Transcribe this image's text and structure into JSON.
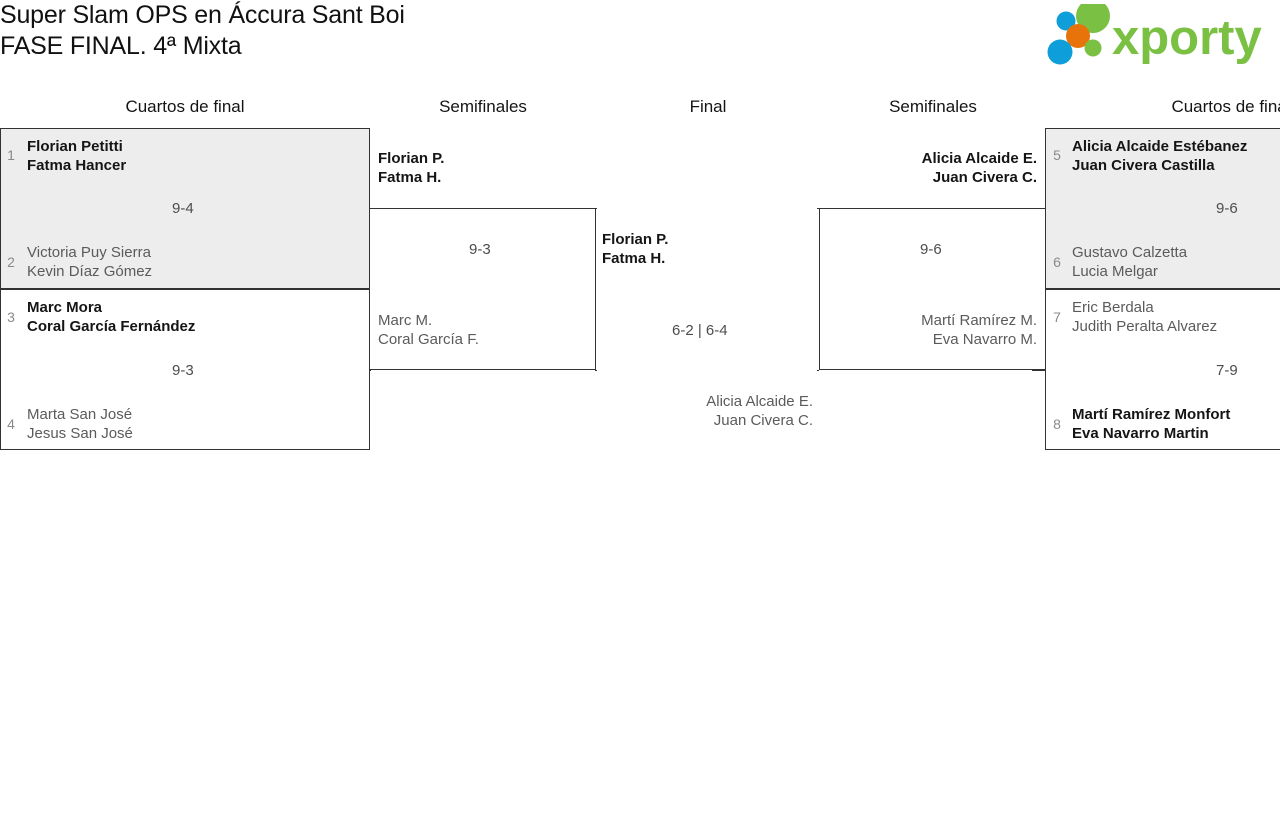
{
  "header": {
    "title_line1": "Super Slam OPS en Áccura Sant Boi",
    "title_line2": "FASE FINAL. 4ª Mixta",
    "logo_text": "xporty",
    "logo_colors": {
      "green": "#7ac143",
      "blue": "#0e9fdb",
      "orange": "#e8730a"
    }
  },
  "colors": {
    "winner_text": "#151515",
    "loser_text": "#5b5b5b",
    "seed_text": "#8a8a8a",
    "score_text": "#4d4d4d",
    "box_border": "#333333",
    "box_shaded_bg": "#ededed",
    "page_bg": "#ffffff"
  },
  "round_headers": [
    {
      "label": "Cuartos de final",
      "side": "left"
    },
    {
      "label": "Semifinales",
      "side": "left"
    },
    {
      "label": "Final",
      "side": "center"
    },
    {
      "label": "Semifinales",
      "side": "right"
    },
    {
      "label": "Cuartos de final",
      "side": "right"
    }
  ],
  "bracket": {
    "left": {
      "quarterfinals": [
        {
          "score": "9-4",
          "top": {
            "seed": "1",
            "player1": "Florian Petitti",
            "player2": "Fatma Hancer",
            "winner": true
          },
          "bottom": {
            "seed": "2",
            "player1": "Victoria Puy Sierra",
            "player2": "Kevin Díaz Gómez",
            "winner": false
          }
        },
        {
          "score": "9-3",
          "top": {
            "seed": "3",
            "player1": "Marc Mora",
            "player2": "Coral García Fernández",
            "winner": true
          },
          "bottom": {
            "seed": "4",
            "player1": "Marta San José",
            "player2": "Jesus San José",
            "winner": false
          }
        }
      ],
      "semifinal": {
        "score": "9-3",
        "top": {
          "player1": "Florian P.",
          "player2": "Fatma H.",
          "winner": true
        },
        "bottom": {
          "player1": "Marc M.",
          "player2": "Coral García F.",
          "winner": false
        }
      }
    },
    "final": {
      "score": "6-2 | 6-4",
      "top": {
        "player1": "Florian P.",
        "player2": "Fatma H.",
        "winner": true
      },
      "bottom": {
        "player1": "Alicia Alcaide E.",
        "player2": "Juan Civera C.",
        "winner": false
      }
    },
    "right": {
      "semifinal": {
        "score": "9-6",
        "top": {
          "player1": "Alicia Alcaide E.",
          "player2": "Juan Civera C.",
          "winner": true
        },
        "bottom": {
          "player1": "Martí Ramírez M.",
          "player2": "Eva Navarro M.",
          "winner": false
        }
      },
      "quarterfinals": [
        {
          "score": "9-6",
          "top": {
            "seed": "5",
            "player1": "Alicia Alcaide Estébanez",
            "player2": "Juan Civera Castilla",
            "winner": true
          },
          "bottom": {
            "seed": "6",
            "player1": "Gustavo Calzetta",
            "player2": "Lucia Melgar",
            "winner": false
          }
        },
        {
          "score": "7-9",
          "top": {
            "seed": "7",
            "player1": "Eric Berdala",
            "player2": "Judith Peralta Alvarez",
            "winner": false
          },
          "bottom": {
            "seed": "8",
            "player1": "Martí Ramírez Monfort",
            "player2": "Eva Navarro Martin",
            "winner": true
          }
        }
      ]
    }
  }
}
